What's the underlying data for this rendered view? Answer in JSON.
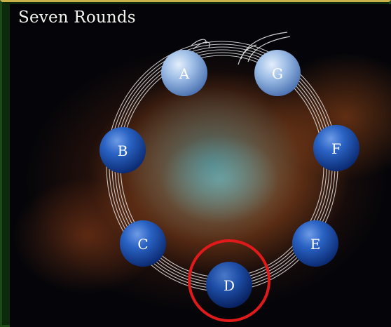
{
  "slide": {
    "title": "Seven Rounds"
  },
  "nodes": [
    {
      "label": "A",
      "style": "light",
      "highlighted": false
    },
    {
      "label": "G",
      "style": "light",
      "highlighted": false
    },
    {
      "label": "B",
      "style": "dark",
      "highlighted": false
    },
    {
      "label": "F",
      "style": "dark",
      "highlighted": false
    },
    {
      "label": "C",
      "style": "dark",
      "highlighted": false
    },
    {
      "label": "E",
      "style": "dark",
      "highlighted": false
    },
    {
      "label": "D",
      "style": "dark",
      "highlighted": true
    }
  ],
  "colors": {
    "node_light": "#8fb3e0",
    "node_dark": "#1f57b8",
    "highlight_ring": "#e01a1a",
    "orbit_lines": "#e6e6e6"
  }
}
